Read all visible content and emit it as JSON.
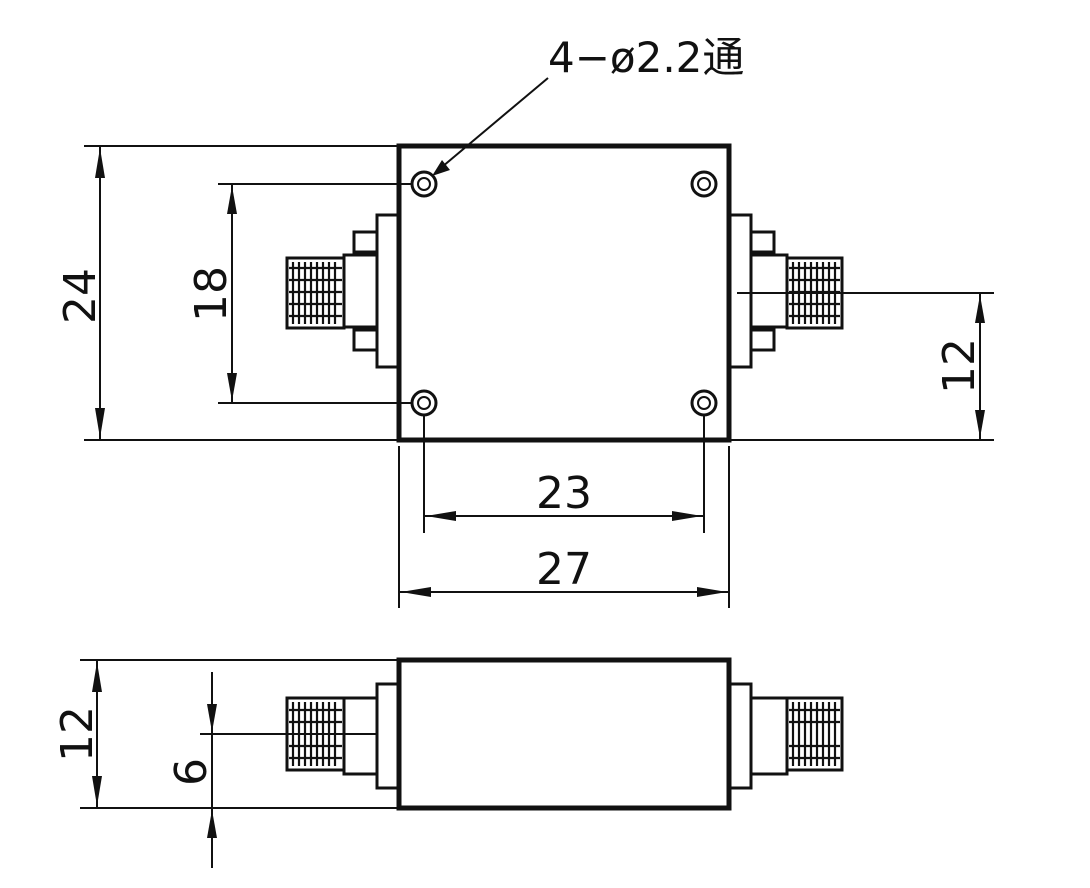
{
  "drawing": {
    "hole_note": "4−ø2.2通",
    "dims": {
      "overall_height": "24",
      "hole_spacing_vertical": "18",
      "connector_offset": "12",
      "hole_spacing_horizontal": "23",
      "overall_width": "27",
      "body_thickness": "12",
      "connector_center_height": "6"
    }
  }
}
